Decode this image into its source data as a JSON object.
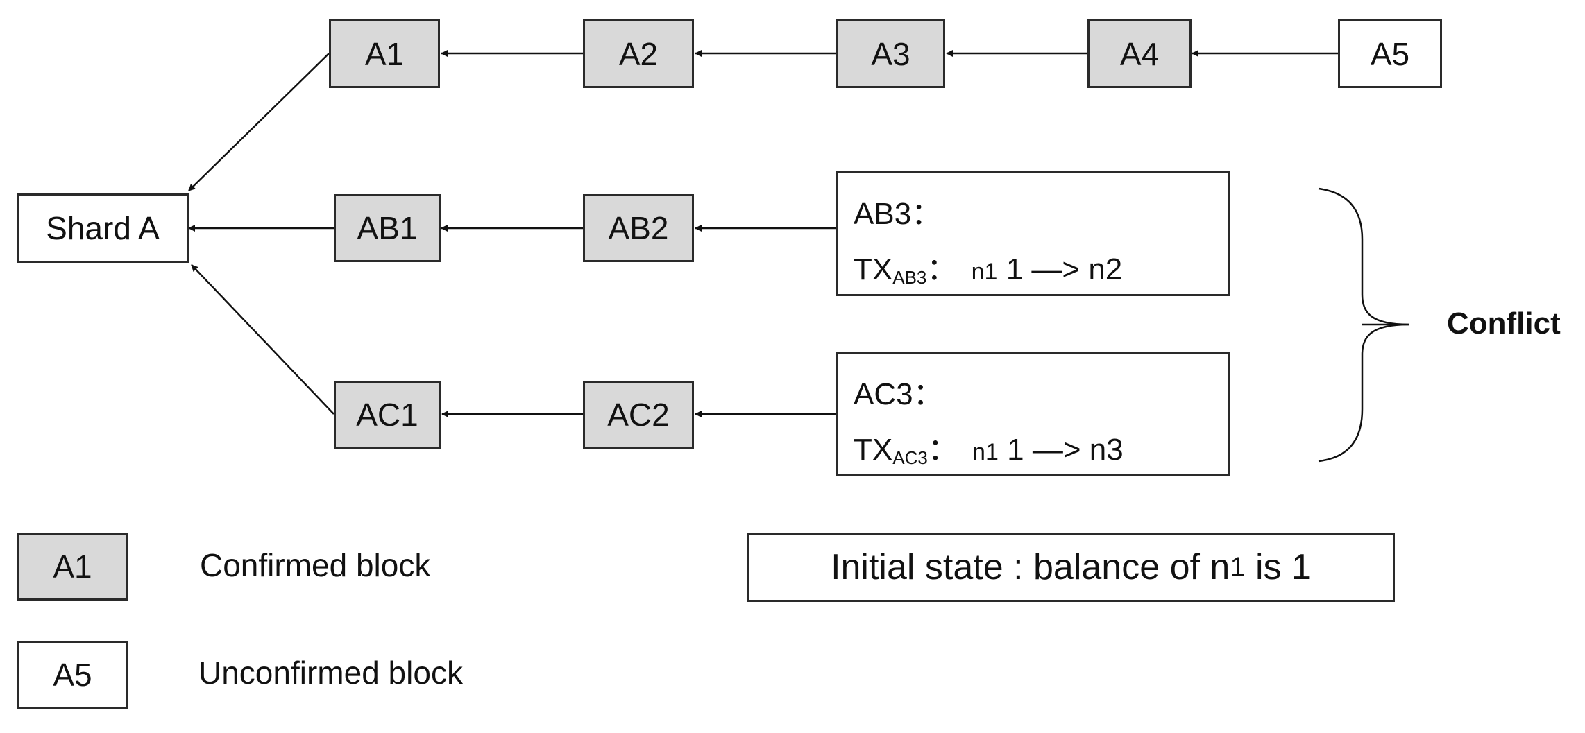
{
  "nodes": {
    "shard": "Shard A",
    "a1": "A1",
    "a2": "A2",
    "a3": "A3",
    "a4": "A4",
    "a5": "A5",
    "ab1": "AB1",
    "ab2": "AB2",
    "ac1": "AC1",
    "ac2": "AC2"
  },
  "ab3": {
    "title": "AB3：",
    "tx_prefix": "TX",
    "tx_sub": "AB3",
    "tx_colon": "：",
    "from": "n",
    "from_sub": "1",
    "amount": "1 —> n2"
  },
  "ac3": {
    "title": "AC3：",
    "tx_prefix": "TX",
    "tx_sub": "AC3",
    "tx_colon": "：",
    "from": "n",
    "from_sub": "1",
    "amount": "1 —> n3"
  },
  "conflict_label": "Conflict",
  "initial_state": {
    "prefix": "Initial state : balance of n",
    "sub": "1",
    "suffix": " is 1"
  },
  "legend": {
    "confirmed_sample": "A1",
    "confirmed_label": "Confirmed block",
    "unconfirmed_sample": "A5",
    "unconfirmed_label": "Unconfirmed block"
  },
  "colors": {
    "confirmed_fill": "#d9d9d9",
    "unconfirmed_fill": "#ffffff",
    "stroke": "#2a2a2a"
  }
}
